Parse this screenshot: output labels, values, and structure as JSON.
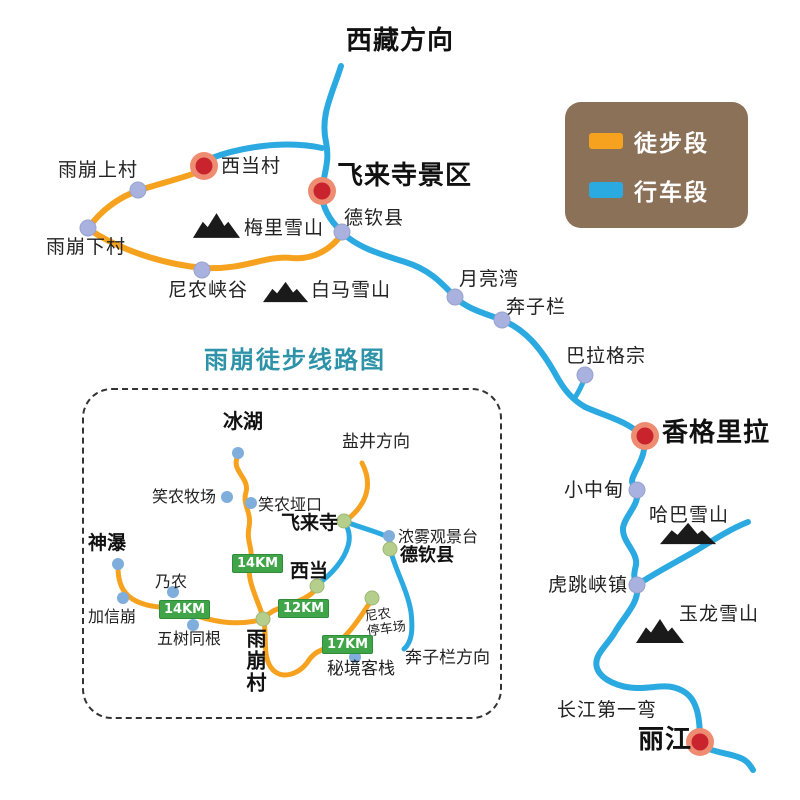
{
  "colors": {
    "hiking": "#F6A21E",
    "driving": "#2BA9E1",
    "legend_bg": "#8B7158",
    "inset_title": "#2E93A9",
    "marker_red": "#C9242E",
    "marker_ring": "#EE8C72",
    "town_dot": "#A9B2DE",
    "inset_stop_dot": "#7FAEDC",
    "inset_hub_dot": "#B5CE8C",
    "badge_green": "#3FA548",
    "mountain_black": "#1a1a1a"
  },
  "legend": {
    "hiking_label": "徒步段",
    "driving_label": "行车段"
  },
  "main": {
    "tibet_direction": "西藏方向",
    "yubeng_upper_village": "雨崩上村",
    "xidang_village": "西当村",
    "feilai_temple_scenic": "飞来寺景区",
    "deqin_county": "德钦县",
    "yubeng_lower_village": "雨崩下村",
    "meili_snow_mountain": "梅里雪山",
    "ninong_canyon": "尼农峡谷",
    "baima_snow_mountain": "白马雪山",
    "moon_bay": "月亮湾",
    "benzilan": "奔子栏",
    "balagezong": "巴拉格宗",
    "shangrila": "香格里拉",
    "xiaozhongdian": "小中甸",
    "haba_snow_mountain": "哈巴雪山",
    "tiger_leaping_gorge_town": "虎跳峡镇",
    "yulong_snow_mountain": "玉龙雪山",
    "yangtze_first_bend": "长江第一弯",
    "lijiang": "丽江"
  },
  "inset": {
    "title": "雨崩徒步线路图",
    "ice_lake": "冰湖",
    "yanjing_direction": "盐井方向",
    "xiaonong_pasture": "笑农牧场",
    "xiaonong_pass": "笑农垭口",
    "feilai_temple": "飞来寺",
    "fog_viewing_platform": "浓雾观景台",
    "deqin_county": "德钦县",
    "xidang": "西当",
    "shenpu_waterfall": "神瀑",
    "nainong": "乃农",
    "jiaxinbeng": "加信崩",
    "five_trees_same_root": "五树同根",
    "yubeng_village": "雨崩村",
    "ninong_parking_line1": "尼农",
    "ninong_parking_line2": "停车场",
    "mijing_inn": "秘境客栈",
    "benzilan_direction": "奔子栏方向",
    "distances": {
      "icelake_yubeng": "14KM",
      "shenpu_yubeng": "14KM",
      "xidang_yubeng": "12KM",
      "yubeng_ninong": "17KM"
    }
  }
}
